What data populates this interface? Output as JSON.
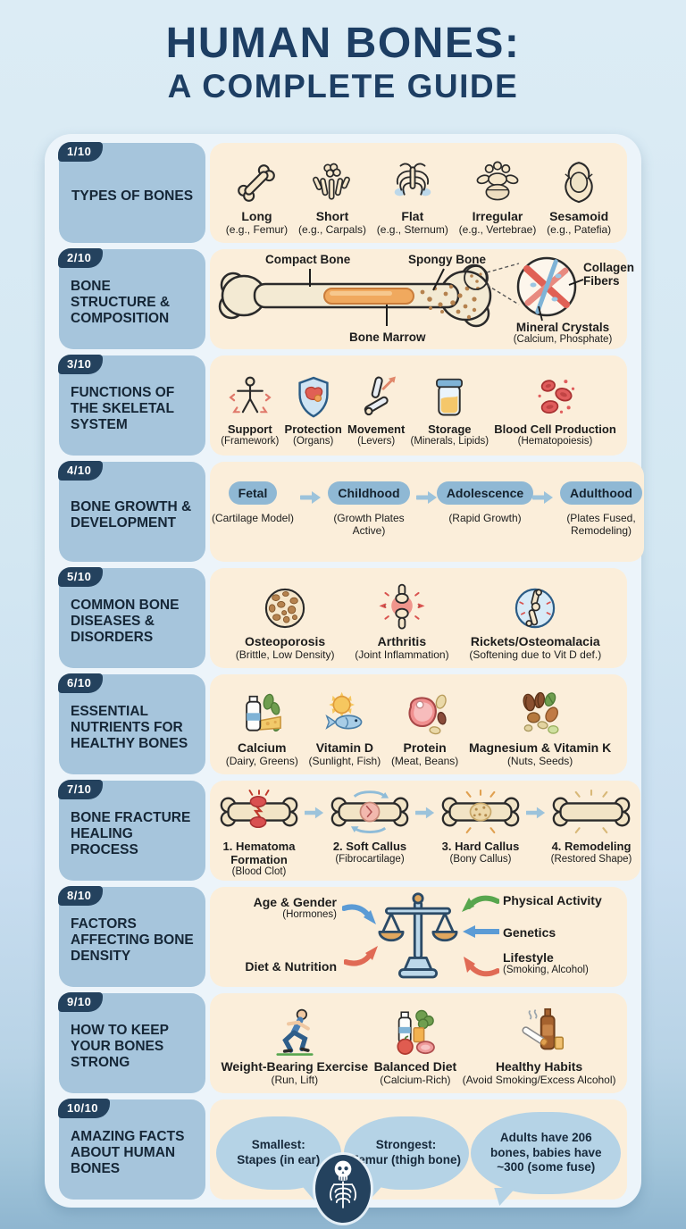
{
  "title": {
    "line1": "HUMAN BONES:",
    "line2": "A COMPLETE GUIDE"
  },
  "colors": {
    "title_navy": "#1d3e63",
    "badge_navy": "#24425e",
    "label_blue": "#a6c5dc",
    "panel_cream": "#fbeeda",
    "pill_blue": "#8fb8d4",
    "bubble_blue": "#b5d3e6",
    "arrow_blue": "#5b9bd5",
    "arrow_red": "#d9534f",
    "arrow_green": "#57a64e"
  },
  "sections": [
    {
      "badge": "1/10",
      "title": "TYPES OF BONES",
      "items": [
        {
          "label": "Long",
          "sub": "(e.g., Femur)",
          "icon": "long-bone-icon"
        },
        {
          "label": "Short",
          "sub": "(e.g., Carpals)",
          "icon": "short-bones-icon"
        },
        {
          "label": "Flat",
          "sub": "(e.g., Sternum)",
          "icon": "flat-bone-icon"
        },
        {
          "label": "Irregular",
          "sub": "(e.g., Vertebrae)",
          "icon": "irregular-bone-icon"
        },
        {
          "label": "Sesamoid",
          "sub": "(e.g., Patefia)",
          "icon": "sesamoid-bone-icon"
        }
      ]
    },
    {
      "badge": "2/10",
      "title": "BONE STRUCTURE & COMPOSITION",
      "diagram": {
        "compact": "Compact Bone",
        "spongy": "Spongy Bone",
        "marrow": "Bone Marrow",
        "collagen": "Collagen Fibers",
        "mineral": "Mineral Crystals",
        "mineral_sub": "(Calcium, Phosphate)"
      }
    },
    {
      "badge": "3/10",
      "title": "FUNCTIONS OF THE SKELETAL SYSTEM",
      "items": [
        {
          "label": "Support",
          "sub": "(Framework)",
          "icon": "support-icon"
        },
        {
          "label": "Protection",
          "sub": "(Organs)",
          "icon": "shield-icon"
        },
        {
          "label": "Movement",
          "sub": "(Levers)",
          "icon": "lever-icon"
        },
        {
          "label": "Storage",
          "sub": "(Minerals, Lipids)",
          "icon": "jar-icon"
        },
        {
          "label": "Blood Cell Production",
          "sub": "(Hematopoiesis)",
          "icon": "blood-cells-icon"
        }
      ]
    },
    {
      "badge": "4/10",
      "title": "BONE GROWTH & DEVELOPMENT",
      "stages": [
        {
          "label": "Fetal",
          "sub": "(Cartilage Model)"
        },
        {
          "label": "Childhood",
          "sub": "(Growth Plates Active)"
        },
        {
          "label": "Adolescence",
          "sub": "(Rapid Growth)"
        },
        {
          "label": "Adulthood",
          "sub": "(Plates Fused, Remodeling)"
        }
      ]
    },
    {
      "badge": "5/10",
      "title": "COMMON BONE DISEASES & DISORDERS",
      "items": [
        {
          "label": "Osteoporosis",
          "sub": "(Brittle, Low Density)",
          "icon": "osteoporosis-icon"
        },
        {
          "label": "Arthritis",
          "sub": "(Joint Inflammation)",
          "icon": "arthritis-icon"
        },
        {
          "label": "Rickets/Osteomalacia",
          "sub": "(Softening due to Vit D def.)",
          "icon": "rickets-icon"
        }
      ]
    },
    {
      "badge": "6/10",
      "title": "ESSENTIAL NUTRIENTS FOR HEALTHY BONES",
      "items": [
        {
          "label": "Calcium",
          "sub": "(Dairy, Greens)",
          "icon": "milk-bottle-icon"
        },
        {
          "label": "Vitamin D",
          "sub": "(Sunlight, Fish)",
          "icon": "sun-fish-icon"
        },
        {
          "label": "Protein",
          "sub": "(Meat, Beans)",
          "icon": "meat-beans-icon"
        },
        {
          "label": "Magnesium & Vitamin K",
          "sub": "(Nuts, Seeds)",
          "icon": "nuts-seeds-icon"
        }
      ]
    },
    {
      "badge": "7/10",
      "title": "BONE FRACTURE HEALING PROCESS",
      "steps": [
        {
          "label": "1. Hematoma Formation",
          "sub": "(Blood Clot)",
          "icon": "hematoma-bone-icon"
        },
        {
          "label": "2. Soft Callus",
          "sub": "(Fibrocartilage)",
          "icon": "soft-callus-bone-icon"
        },
        {
          "label": "3. Hard Callus",
          "sub": "(Bony Callus)",
          "icon": "hard-callus-bone-icon"
        },
        {
          "label": "4. Remodeling",
          "sub": "(Restored Shape)",
          "icon": "remodeled-bone-icon"
        }
      ]
    },
    {
      "badge": "8/10",
      "title": "FACTORS AFFECTING BONE DENSITY",
      "left": [
        {
          "label": "Age & Gender",
          "sub": "(Hormones)"
        },
        {
          "label": "Diet & Nutrition",
          "sub": ""
        }
      ],
      "right": [
        {
          "label": "Physical Activity",
          "sub": ""
        },
        {
          "label": "Genetics",
          "sub": ""
        },
        {
          "label": "Lifestyle",
          "sub": "(Smoking, Alcohol)"
        }
      ]
    },
    {
      "badge": "9/10",
      "title": "HOW TO KEEP YOUR BONES STRONG",
      "items": [
        {
          "label": "Weight-Bearing Exercise",
          "sub": "(Run, Lift)",
          "icon": "runner-icon"
        },
        {
          "label": "Balanced Diet",
          "sub": "(Calcium-Rich)",
          "icon": "balanced-diet-icon"
        },
        {
          "label": "Healthy Habits",
          "sub": "(Avoid Smoking/Excess Alcohol)",
          "icon": "no-smoking-alcohol-icon"
        }
      ]
    },
    {
      "badge": "10/10",
      "title": "AMAZING FACTS ABOUT HUMAN BONES",
      "facts": [
        {
          "l1": "Smallest:",
          "l2": "Stapes (in ear)",
          "l3": ""
        },
        {
          "l1": "Strongest:",
          "l2": "Femur (thigh bone)",
          "l3": ""
        },
        {
          "l1": "Adults have 206",
          "l2": "bones, babies have",
          "l3": "~300 (some fuse)"
        }
      ]
    }
  ]
}
